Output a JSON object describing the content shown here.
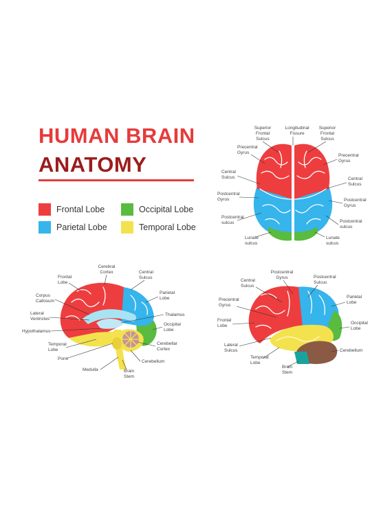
{
  "title": {
    "line1": "HUMAN BRAIN",
    "line2": "ANATOMY"
  },
  "colors": {
    "title_red": "#e63b3b",
    "title_dark": "#9c1c1c",
    "frontal": "#ee3d3f",
    "parietal": "#36b4ec",
    "occipital": "#59bb3f",
    "temporal": "#f3e24e",
    "cerebellum": "#8a5a45",
    "stem": "#1aa39d"
  },
  "legend": [
    {
      "label": "Frontal Lobe",
      "color": "#ee3d3f"
    },
    {
      "label": "Occipital Lobe",
      "color": "#59bb3f"
    },
    {
      "label": "Parietal Lobe",
      "color": "#36b4ec"
    },
    {
      "label": "Temporal Lobe",
      "color": "#f3e24e"
    }
  ],
  "top_view": {
    "superior_frontal_left": [
      "Superior",
      "Frontal",
      "Sulcus"
    ],
    "longitudinal": [
      "Longitudinal",
      "Fissure"
    ],
    "superior_frontal_right": [
      "Superior",
      "Frontal",
      "Sulcus"
    ],
    "precentral_gyrus_left": [
      "Precentral",
      "Gyrus"
    ],
    "precentral_gyrus_right": [
      "Precentral",
      "Gyrus"
    ],
    "central_sulcus_left": [
      "Central",
      "Sulcus"
    ],
    "central_sulcus_right": [
      "Central",
      "Sulcus"
    ],
    "postcentral_gyrus_left": [
      "Postcentral",
      "Gyrus"
    ],
    "postcentral_gyrus_right": [
      "Postcentral",
      "Gyrus"
    ],
    "postcentral_sulcus_left": [
      "Postcentral",
      "sulcus"
    ],
    "postcentral_sulcus_right": [
      "Postcentral",
      "sulcus"
    ],
    "lunate_left": [
      "Lunate",
      "sulcus"
    ],
    "lunate_right": [
      "Lunate",
      "sulcus"
    ]
  },
  "sagittal_view": {
    "cerebral_cortex": [
      "Cerebral",
      "Cortex"
    ],
    "frontal_lobe": [
      "Frontal",
      "Lobe"
    ],
    "central_sulcus": [
      "Central",
      "Sulcus"
    ],
    "corpus_callosum": [
      "Corpus",
      "Callosum"
    ],
    "parietal_lobe": [
      "Parietal",
      "Lobe"
    ],
    "lateral_ventricles": [
      "Lateral",
      "Ventricles"
    ],
    "thalamus": [
      "Thalamus"
    ],
    "occipital_lobe": [
      "Occipital",
      "Lobe"
    ],
    "hypothalamus": [
      "Hypothalamus"
    ],
    "cerebellar_cortex": [
      "Cerebellar",
      "Cortex"
    ],
    "temporal_lobe": [
      "Temporal",
      "Lobe"
    ],
    "pons": [
      "Pons"
    ],
    "cerebellum": [
      "Cerebellum"
    ],
    "medulla": [
      "Medulla"
    ],
    "brain_stem": [
      "Brain",
      "Stem"
    ]
  },
  "lateral_view": {
    "postcentral_gyrus": [
      "Postcentral",
      "Gyrus"
    ],
    "central_sulcus": [
      "Central",
      "Sulcus"
    ],
    "postcentral_sulcus": [
      "Postcentral",
      "Sulcus"
    ],
    "parietal_lobe": [
      "Parietal",
      "Lobe"
    ],
    "precentral_gyrus": [
      "Precentral",
      "Gyrus"
    ],
    "frontal_lobe": [
      "Frontal",
      "Lobe"
    ],
    "occipital_lobe": [
      "Occipital",
      "Lobe"
    ],
    "cerebellum": [
      "Cerebellum"
    ],
    "lateral_sulcus": [
      "Lateral",
      "Sulcus"
    ],
    "temporal_lobe": [
      "Temporal",
      "Lobe"
    ],
    "brain_stem": [
      "Brain",
      "Stem"
    ]
  }
}
